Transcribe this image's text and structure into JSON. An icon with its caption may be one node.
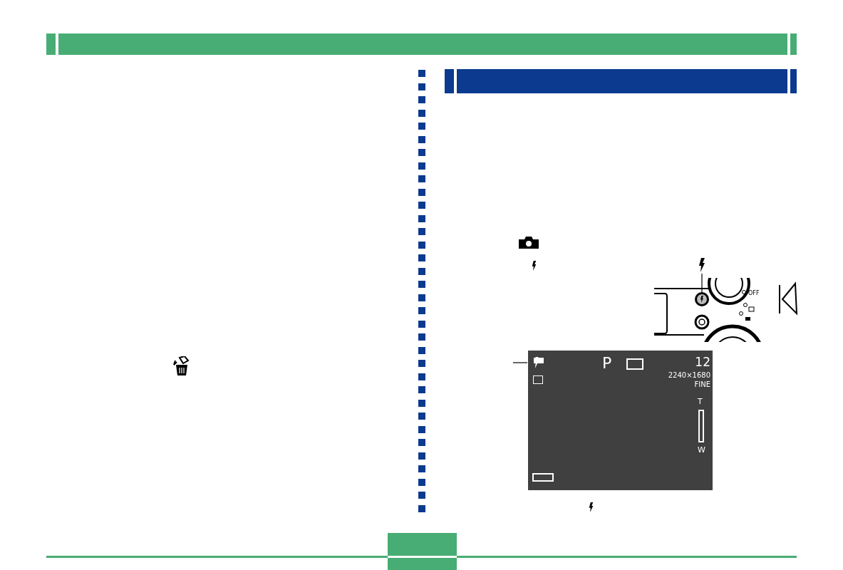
{
  "diagram": {
    "nodes": [
      {
        "text": [],
        "shape": "bolt"
      },
      {
        "text": [],
        "shape": "circle"
      },
      {
        "text": [],
        "shape": "bolt"
      }
    ],
    "edges": [
      {
        "from": 0,
        "to": 1,
        "arrow": "none"
      },
      {
        "from": null,
        "to": 2,
        "arrow": "none"
      }
    ],
    "labels": [
      "OFF",
      "P",
      "12",
      "2240×1680",
      "FINE",
      "T",
      "W"
    ]
  }
}
